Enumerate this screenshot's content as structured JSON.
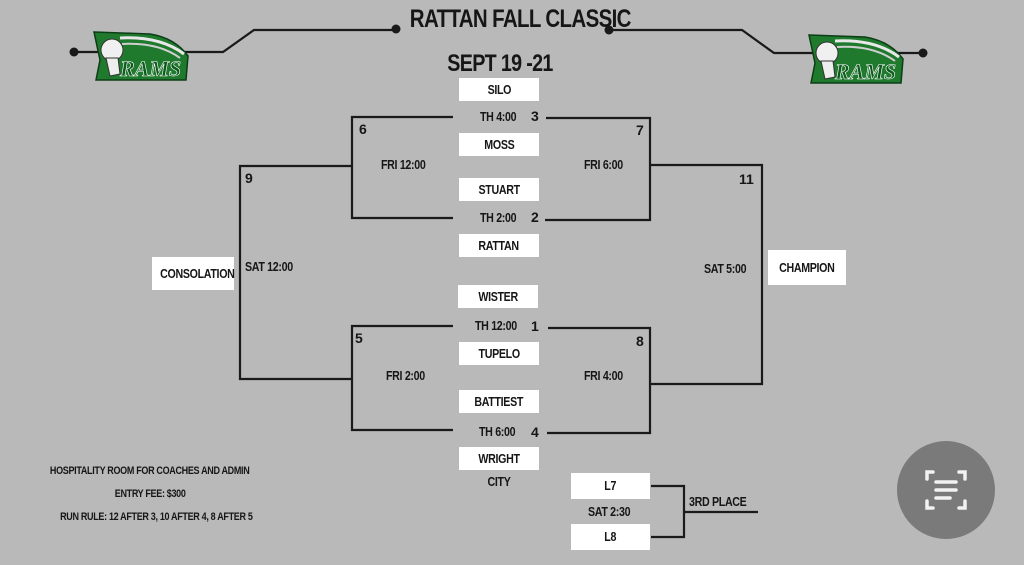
{
  "header": {
    "title": "RATTAN FALL CLASSIC",
    "dates": "SEPT 19 -21",
    "logo_text": "RAMS",
    "logo_color": "#1f7a2e"
  },
  "first_round": [
    {
      "game": "3",
      "time": "TH 4:00",
      "teams": [
        "SILO",
        "MOSS"
      ]
    },
    {
      "game": "2",
      "time": "TH 2:00",
      "teams": [
        "STUART",
        "RATTAN"
      ]
    },
    {
      "game": "1",
      "time": "TH 12:00",
      "teams": [
        "WISTER",
        "TUPELO"
      ]
    },
    {
      "game": "4",
      "time": "TH 6:00",
      "teams": [
        "BATTIEST",
        "WRIGHT CITY"
      ]
    }
  ],
  "second_round": {
    "g6": {
      "game": "6",
      "time": "FRI 12:00"
    },
    "g7": {
      "game": "7",
      "time": "FRI 6:00"
    },
    "g5": {
      "game": "5",
      "time": "FRI 2:00"
    },
    "g8": {
      "game": "8",
      "time": "FRI 4:00"
    }
  },
  "finals": {
    "consolation": {
      "game": "9",
      "time": "SAT 12:00",
      "label": "CONSOLATION"
    },
    "championship": {
      "game": "11",
      "time": "SAT 5:00",
      "label": "CHAMPION"
    }
  },
  "third_place": {
    "teams": [
      "L7",
      "L8"
    ],
    "time": "SAT 2:30",
    "label": "3RD PLACE"
  },
  "notes": [
    "HOSPITALITY ROOM FOR COACHES AND ADMIN",
    "ENTRY FEE: $300",
    "RUN RULE:  12 AFTER 3, 10 AFTER 4, 8 AFTER 5"
  ],
  "ocr_button": {
    "icon": "text-scan-icon"
  }
}
